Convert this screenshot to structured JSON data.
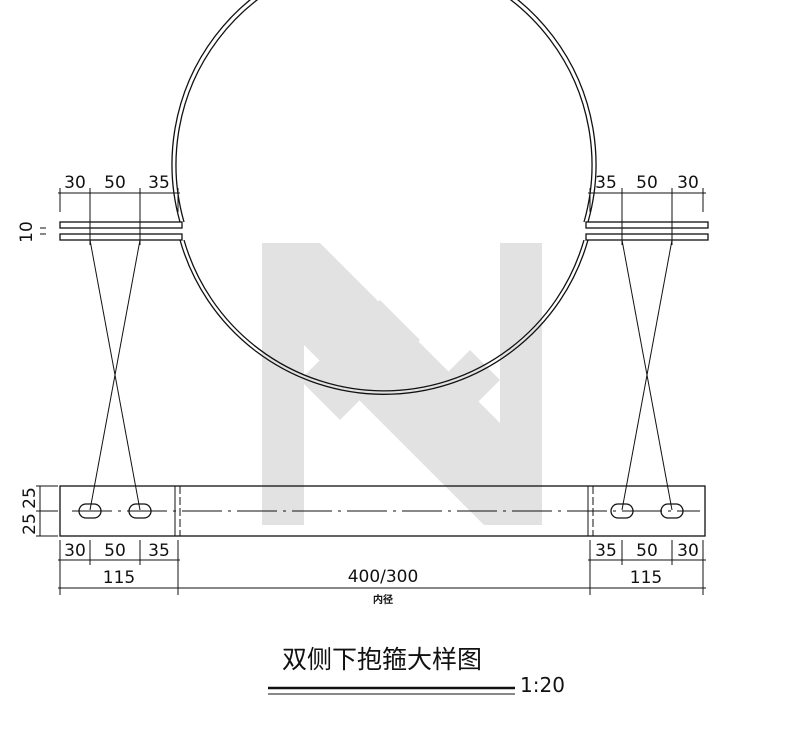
{
  "top_dims_left": [
    "30",
    "50",
    "35"
  ],
  "top_dims_right": [
    "35",
    "50",
    "30"
  ],
  "flange_gap": "10",
  "plate_height_dims": [
    "25",
    "25"
  ],
  "bottom_dims_left": [
    "30",
    "50",
    "35"
  ],
  "bottom_dims_right": [
    "35",
    "50",
    "30"
  ],
  "overall_left": "115",
  "overall_right": "115",
  "inner_diameter": "400/300",
  "inner_diameter_label": "内径",
  "title": "双侧下抱箍大样图",
  "scale": "1:20",
  "colors": {
    "line": "#111111",
    "watermark": "#d9d9d9"
  }
}
